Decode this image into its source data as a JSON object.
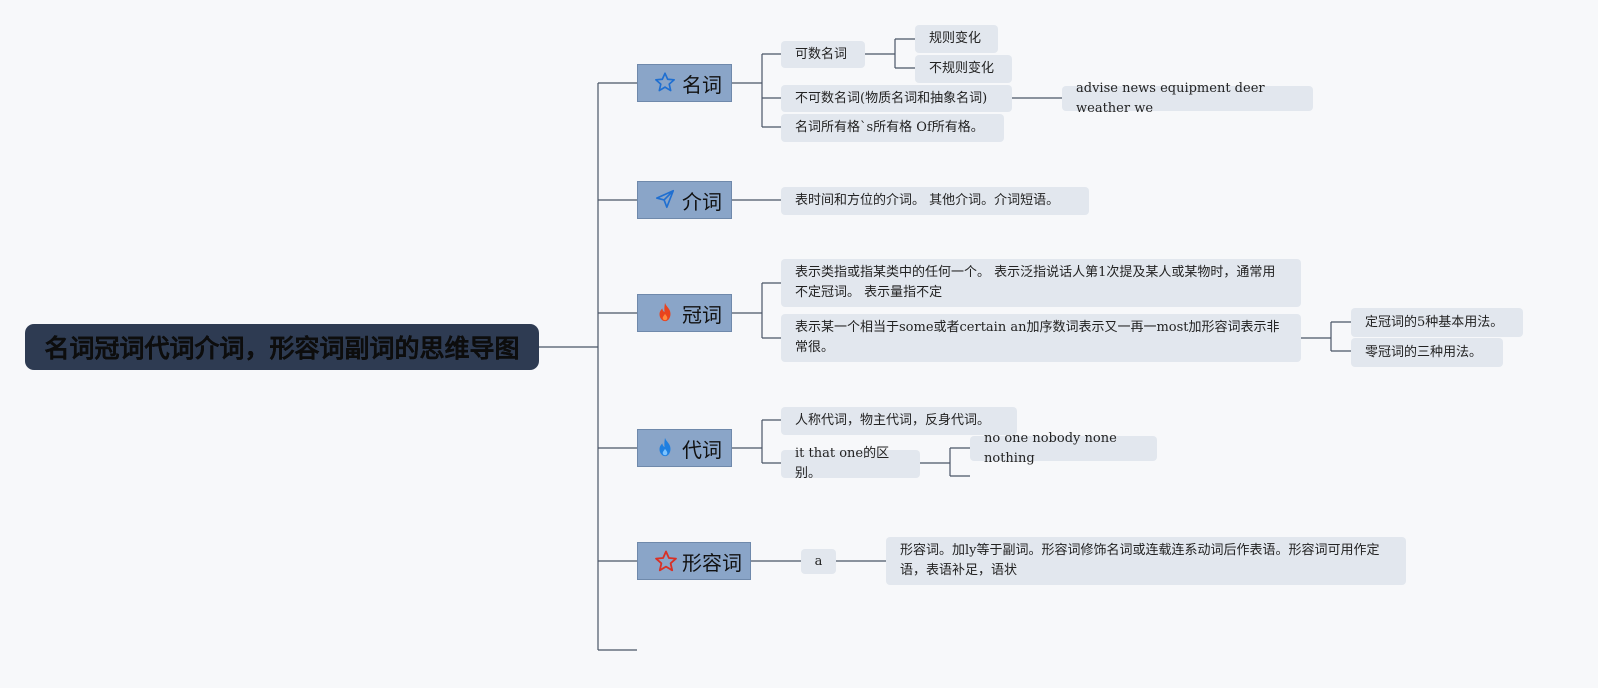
{
  "root": {
    "title": "名词冠词代词介词，形容词副词的思维导图"
  },
  "categories": [
    {
      "label": "名词",
      "icon": "star-outline-icon"
    },
    {
      "label": "介词",
      "icon": "paper-plane-icon"
    },
    {
      "label": "冠词",
      "icon": "fire-red-icon"
    },
    {
      "label": "代词",
      "icon": "fire-blue-icon"
    },
    {
      "label": "形容词",
      "icon": "star-red-outline-icon"
    }
  ],
  "noun": {
    "countable": "可数名词",
    "regular": "规则变化",
    "irregular": "不规则变化",
    "uncountable": "不可数名词(物质名词和抽象名词)",
    "uncountable_examples": "advise news equipment deer weather we",
    "possessive": "名词所有格`s所有格 Of所有格。"
  },
  "preposition": {
    "item": "表时间和方位的介词。 其他介词。介词短语。"
  },
  "article": {
    "indefinite": "表示类指或指某类中的任何一个。 表示泛指说话人第1次提及某人或某物时，通常用不定冠词。 表示量指不定",
    "definite": "表示某一个相当于some或者certain an加序数词表示又一再一most加形容词表示非常很。",
    "definite_usage": "定冠词的5种基本用法。",
    "zero_usage": "零冠词的三种用法。"
  },
  "pronoun": {
    "personal": "人称代词，物主代词，反身代词。",
    "it_that_one": "it that one的区别。",
    "no_one": "no one nobody none nothing"
  },
  "adjective": {
    "a": "a",
    "desc": "形容词。加ly等于副词。形容词修饰名词或连载连系动词后作表语。形容词可用作定语，表语补足，语状"
  },
  "colors": {
    "root_bg": "#2e3b52",
    "category_bg": "#8aa5c8",
    "leaf_bg": "#e2e7ee",
    "line": "#4a5566"
  }
}
